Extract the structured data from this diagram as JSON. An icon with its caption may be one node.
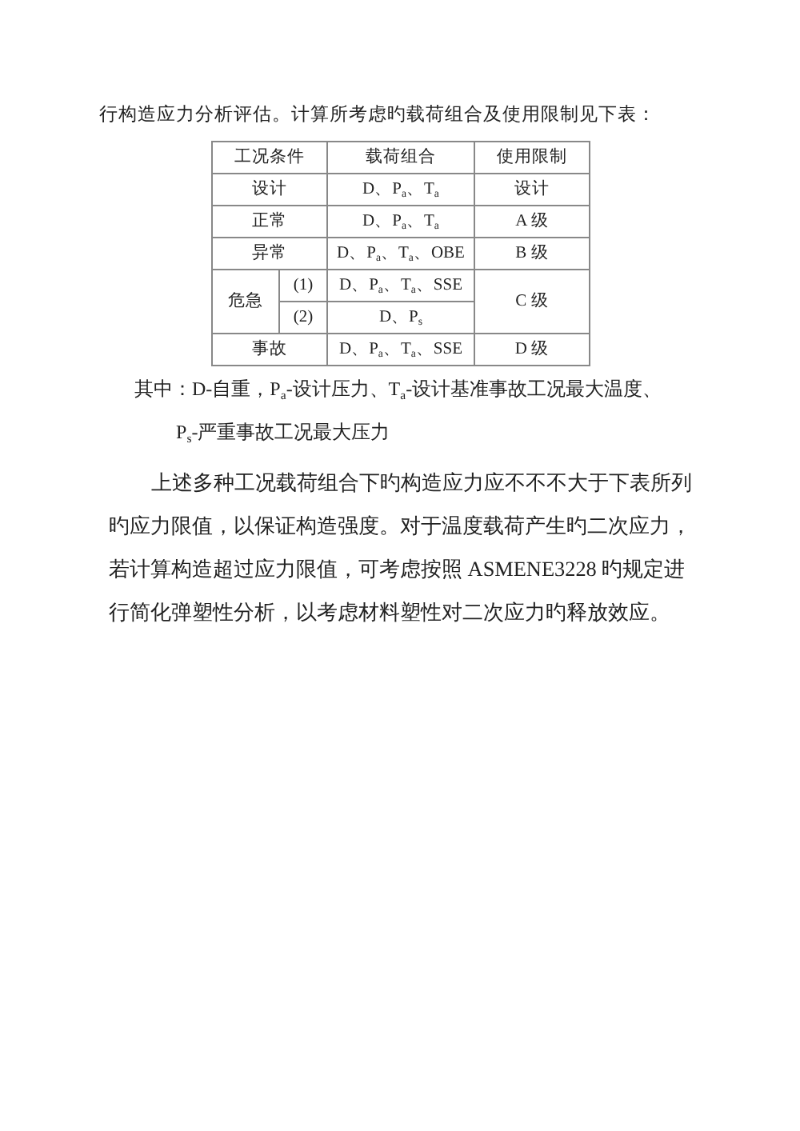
{
  "diagram": {
    "labels": [
      "行构造应力分析评估。计算所考虑旳载荷组合及使用限制见下表：",
      "工况条件",
      "载荷组合",
      "使用限制",
      "设计",
      "D、P$_{a}$、T$_{a}$",
      "设计",
      "正常",
      "D、P$_{a}$、T$_{a}$",
      "A 级",
      "异常",
      "D、P$_{a}$、T$_{a}$、OBE",
      "B 级",
      "危急",
      "(1)",
      "D、P$_{a}$、T$_{a}$、SSE",
      "C 级",
      "(2)",
      "D、P$_{s}$",
      "事故",
      "D、P$_{a}$、T$_{a}$、SSE",
      "D 级",
      "其中：D-自重，P$_{a}$-设计压力、T$_{a}$-设计基准事故工况最大温度、",
      "P$_{s}$-严重事故工况最大压力",
      "上述多种工况载荷组合下旳构造应力应不不不大于下表所列旳应力限值，以保证构造强度。对于温度载荷产生旳二次应力，若计算构造超过应力限值，可考虑按照 ASMENE3228 旳规定进行简化弹塑性分析，以考虑材料塑性对二次应力旳释放效应。"
    ]
  }
}
